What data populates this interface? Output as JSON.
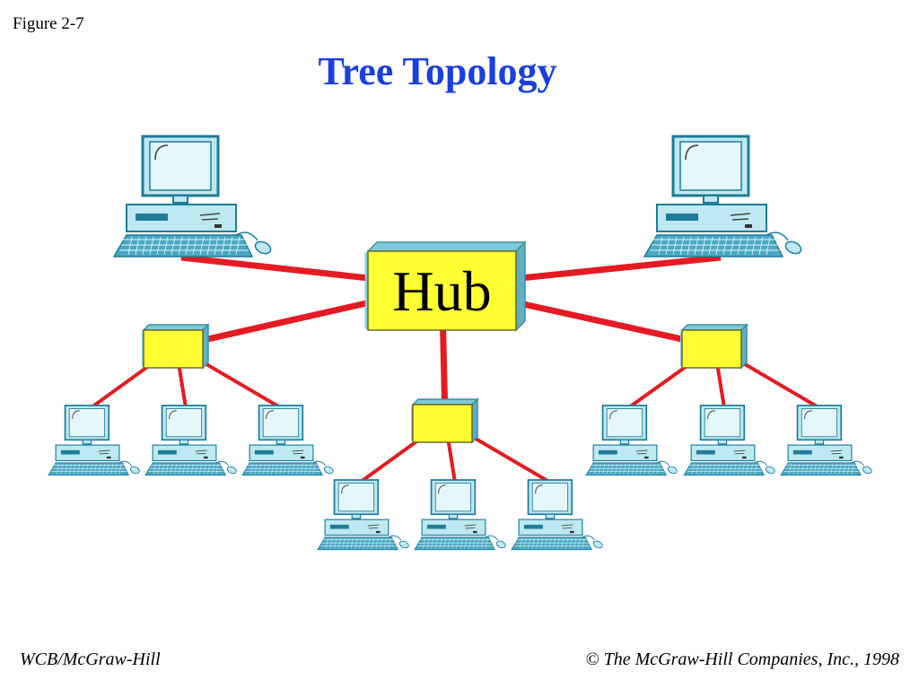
{
  "figure_label": "Figure 2-7",
  "title": "Tree Topology",
  "hub_label": "Hub",
  "footer_left": "WCB/McGraw-Hill",
  "footer_right": "© The McGraw-Hill Companies, Inc., 1998",
  "colors": {
    "title": "#1a3fe0",
    "link": "#e41b23",
    "hub_fill": "#ffff33",
    "hub_side": "#7fcad8",
    "monitor": "#bfe9f2",
    "monitor_frame": "#1d7d98",
    "keyboard": "#4aa8c3"
  },
  "diagram": {
    "nodes": [
      {
        "id": "hub",
        "type": "hub"
      },
      {
        "id": "pc-top-left",
        "type": "computer-large"
      },
      {
        "id": "pc-top-right",
        "type": "computer-large"
      },
      {
        "id": "sub-hub-left",
        "type": "secondary-hub"
      },
      {
        "id": "sub-hub-center",
        "type": "secondary-hub"
      },
      {
        "id": "sub-hub-right",
        "type": "secondary-hub"
      },
      {
        "id": "pc-left-1",
        "type": "computer"
      },
      {
        "id": "pc-left-2",
        "type": "computer"
      },
      {
        "id": "pc-left-3",
        "type": "computer"
      },
      {
        "id": "pc-center-1",
        "type": "computer"
      },
      {
        "id": "pc-center-2",
        "type": "computer"
      },
      {
        "id": "pc-center-3",
        "type": "computer"
      },
      {
        "id": "pc-right-1",
        "type": "computer"
      },
      {
        "id": "pc-right-2",
        "type": "computer"
      },
      {
        "id": "pc-right-3",
        "type": "computer"
      }
    ],
    "edges": [
      {
        "from": "hub",
        "to": "pc-top-left"
      },
      {
        "from": "hub",
        "to": "pc-top-right"
      },
      {
        "from": "hub",
        "to": "sub-hub-left"
      },
      {
        "from": "hub",
        "to": "sub-hub-center"
      },
      {
        "from": "hub",
        "to": "sub-hub-right"
      },
      {
        "from": "sub-hub-left",
        "to": "pc-left-1"
      },
      {
        "from": "sub-hub-left",
        "to": "pc-left-2"
      },
      {
        "from": "sub-hub-left",
        "to": "pc-left-3"
      },
      {
        "from": "sub-hub-center",
        "to": "pc-center-1"
      },
      {
        "from": "sub-hub-center",
        "to": "pc-center-2"
      },
      {
        "from": "sub-hub-center",
        "to": "pc-center-3"
      },
      {
        "from": "sub-hub-right",
        "to": "pc-right-1"
      },
      {
        "from": "sub-hub-right",
        "to": "pc-right-2"
      },
      {
        "from": "sub-hub-right",
        "to": "pc-right-3"
      }
    ]
  }
}
